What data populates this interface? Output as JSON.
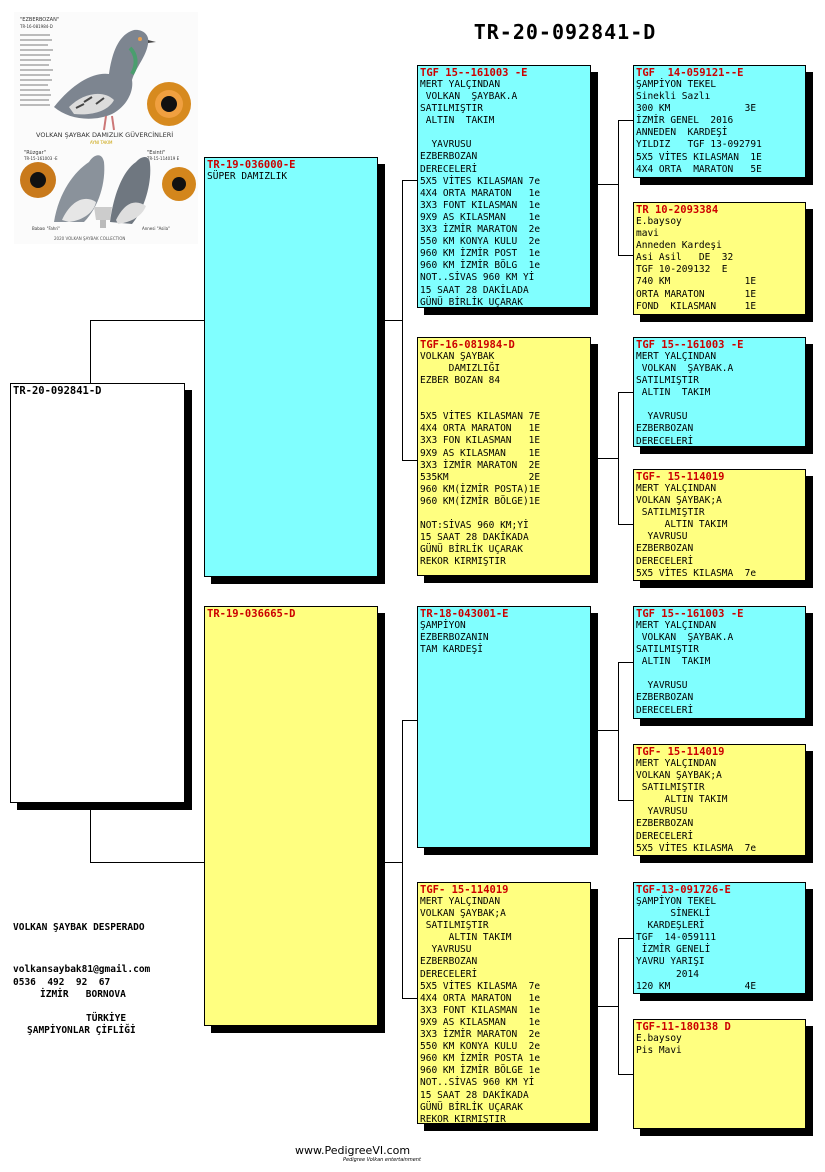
{
  "title": "TR-20-092841-D",
  "photo": {
    "caption": "VOLKAN ŞAYBAK DAMIZLIK GÜVERCİNLERİ",
    "top_label": "\"EZBERBOZAN\"",
    "top_ring": "TR-16-081984-D",
    "left_label": "\"Rüzgar\"",
    "left_ring": "TR-15-161003 -E",
    "right_label": "\"Esinti\"",
    "right_ring": "TR-15-114019 E",
    "left_sub": "Babası \"Fahri\"",
    "right_sub": "Annesi \"Asila\"",
    "footer": "2020 VOLKAN ŞAYBAK COLLECTION",
    "ribbon": "AYNI TAKIM"
  },
  "subject": {
    "id": "TR-20-092841-D",
    "lines": []
  },
  "gen1": [
    {
      "id": "TR-19-036000-E",
      "color": "cyan",
      "lines": [
        "SÜPER DAMIZLIK"
      ]
    },
    {
      "id": "TR-19-036665-D",
      "color": "yellow",
      "lines": []
    }
  ],
  "gen2": [
    {
      "id": "TGF 15--161003 -E",
      "color": "cyan",
      "lines": [
        "MERT YALÇINDAN",
        " VOLKAN  ŞAYBAK.A",
        "SATILMIŞTIR",
        " ALTIN  TAKIM",
        "",
        "  YAVRUSU",
        "EZBERBOZAN",
        "DERECELERİ",
        "5X5 VİTES KILASMAN 7e",
        "4X4 ORTA MARATON   1e",
        "3X3 FONT KILASMAN  1e",
        "9X9 AS KILASMAN    1e",
        "3X3 İZMİR MARATON  2e",
        "550 KM KONYA KULU  2e",
        "960 KM İZMİR POST  1e",
        "960 KM İZMİR BÖLG  1e",
        "NOT..SİVAS 960 KM Yİ",
        "15 SAAT 28 DAKİLADA",
        "GÜNÜ BİRLİK UÇARAK"
      ]
    },
    {
      "id": "TGF-16-081984-D",
      "color": "yellow",
      "lines": [
        "VOLKAN ŞAYBAK",
        "     DAMIZLIĞI",
        "EZBER BOZAN 84",
        "",
        "",
        "5X5 VİTES KILASMAN 7E",
        "4X4 ORTA MARATON   1E",
        "3X3 FON KILASMAN   1E",
        "9X9 AS KILASMAN    1E",
        "3X3 İZMİR MARATON  2E",
        "535KM              2E",
        "960 KM(İZMİR POSTA)1E",
        "960 KM(İZMİR BÖLGE)1E",
        "",
        "NOT:SİVAS 960 KM;Yİ",
        "15 SAAT 28 DAKİKADA",
        "GÜNÜ BİRLİK UÇARAK",
        "REKOR KIRMIŞTIR"
      ]
    },
    {
      "id": "TR-18-043001-E",
      "color": "cyan",
      "lines": [
        "ŞAMPİYON",
        "EZBERBOZANIN",
        "TAM KARDEŞİ"
      ]
    },
    {
      "id": "TGF- 15-114019",
      "color": "yellow",
      "lines": [
        "MERT YALÇINDAN",
        "VOLKAN ŞAYBAK;A",
        " SATILMIŞTIR",
        "     ALTIN TAKIM",
        "  YAVRUSU",
        "EZBERBOZAN",
        "DERECELERİ",
        "5X5 VİTES KILASMA  7e",
        "4X4 ORTA MARATON   1e",
        "3X3 FONT KILASMAN  1e",
        "9X9 AS KILASMAN    1e",
        "3X3 İZMİR MARATON  2e",
        "550 KM KONYA KULU  2e",
        "960 KM İZMİR POSTA 1e",
        "960 KM İZMİR BÖLGE 1e",
        "NOT..SİVAS 960 KM Yİ",
        "15 SAAT 28 DAKİKADA",
        "GÜNÜ BİRLİK UÇARAK",
        "REKOR KIRMIŞTIR"
      ]
    }
  ],
  "gen3": [
    {
      "id": "TGF  14-059121--E",
      "color": "cyan",
      "lines": [
        "ŞAMPİYON TEKEL",
        "Sinekli Sazlı",
        "300 KM             3E",
        "İZMİR GENEL  2016",
        "ANNEDEN  KARDEŞİ",
        "YILDIZ   TGF 13-092791",
        "5X5 VİTES KILASMAN  1E",
        "4X4 ORTA  MARATON   5E"
      ]
    },
    {
      "id": "TR 10-2093384",
      "color": "yellow",
      "lines": [
        "E.baysoy",
        "mavi",
        "Anneden Kardeşi",
        "Asi Asil   DE  32",
        "TGF 10-209132  E",
        "740 KM             1E",
        "ORTA MARATON       1E",
        "FOND  KILASMAN     1E"
      ]
    },
    {
      "id": "TGF 15--161003 -E",
      "color": "cyan",
      "lines": [
        "MERT YALÇINDAN",
        " VOLKAN  ŞAYBAK.A",
        "SATILMIŞTIR",
        " ALTIN  TAKIM",
        "",
        "  YAVRUSU",
        "EZBERBOZAN",
        "DERECELERİ"
      ]
    },
    {
      "id": "TGF- 15-114019",
      "color": "yellow",
      "lines": [
        "MERT YALÇINDAN",
        "VOLKAN ŞAYBAK;A",
        " SATILMIŞTIR",
        "     ALTIN TAKIM",
        "  YAVRUSU",
        "EZBERBOZAN",
        "DERECELERİ",
        "5X5 VİTES KILASMA  7e"
      ]
    },
    {
      "id": "TGF 15--161003 -E",
      "color": "cyan",
      "lines": [
        "MERT YALÇINDAN",
        " VOLKAN  ŞAYBAK.A",
        "SATILMIŞTIR",
        " ALTIN  TAKIM",
        "",
        "  YAVRUSU",
        "EZBERBOZAN",
        "DERECELERİ"
      ]
    },
    {
      "id": "TGF- 15-114019",
      "color": "yellow",
      "lines": [
        "MERT YALÇINDAN",
        "VOLKAN ŞAYBAK;A",
        " SATILMIŞTIR",
        "     ALTIN TAKIM",
        "  YAVRUSU",
        "EZBERBOZAN",
        "DERECELERİ",
        "5X5 VİTES KILASMA  7e"
      ]
    },
    {
      "id": "TGF-13-091726-E",
      "color": "cyan",
      "lines": [
        "ŞAMPİYON TEKEL",
        "      SİNEKLİ",
        "  KARDEŞLERİ",
        "TGF  14-059111",
        " İZMİR GENELİ",
        "YAVRU YARIŞI",
        "       2014",
        "120 KM             4E"
      ]
    },
    {
      "id": "TGF-11-180138 D",
      "color": "yellow",
      "lines": [
        "E.baysoy",
        "Pis Mavi"
      ]
    }
  ],
  "owner": {
    "name": "VOLKAN ŞAYBAK DESPERADO",
    "email": "volkansaybak81@gmail.com",
    "phone": "0536  492  92  67",
    "city": "İZMİR   BORNOVA",
    "country": "TÜRKİYE",
    "farm": "ŞAMPİYONLAR ÇİFLİĞİ"
  },
  "footer": {
    "site": "www.PedigreeVI.com",
    "tagline": "Pedigree Volkan entertainment"
  },
  "colors": {
    "cyan": "#80ffff",
    "yellow": "#ffff80",
    "id_red": "#cc0000"
  }
}
